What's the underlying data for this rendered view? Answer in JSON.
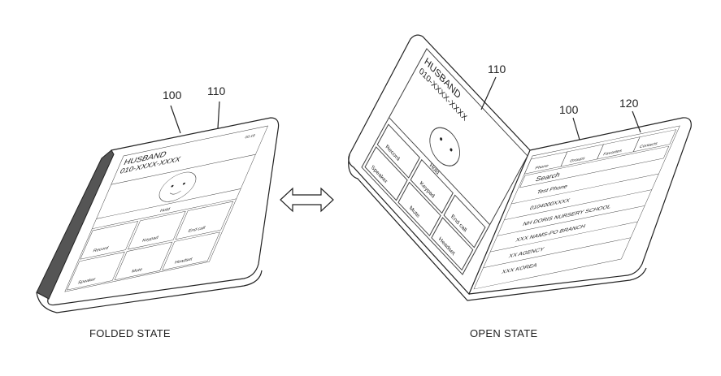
{
  "captions": {
    "folded": "FOLDED STATE",
    "open": "OPEN STATE"
  },
  "labels": {
    "device": "100",
    "first_area": "110",
    "second_area": "120"
  },
  "call_screen": {
    "name": "HUSBAND",
    "number": "010-XXXX-XXXX",
    "timer": "00:18",
    "hold": "Hold",
    "buttons": [
      "Record",
      "Keypad",
      "End call",
      "Speaker",
      "Mute",
      "Headset"
    ]
  },
  "contacts_screen": {
    "tabs": [
      "Phone",
      "Groups",
      "Favorites",
      "Contacts"
    ],
    "search": "Search",
    "items": [
      "Test Phone",
      "0104000XXXX",
      "NH DORIS NURSERY SCHOOL",
      "XXX NAMS-PO BRANCH",
      "XX AGENCY",
      "XXX KOREA"
    ]
  },
  "arrow_icon": "double-arrow-icon"
}
